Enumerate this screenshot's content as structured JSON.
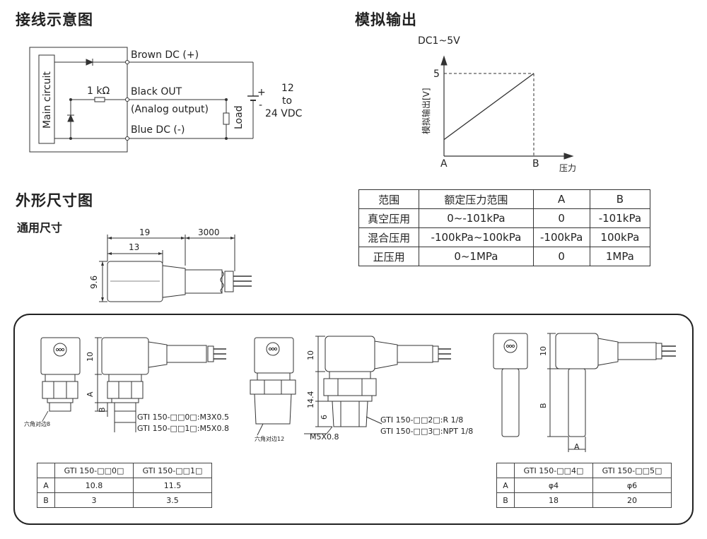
{
  "headings": {
    "wiring": "接线示意图",
    "analog": "模拟输出",
    "dimensions": "外形尺寸图",
    "general": "通用尺寸"
  },
  "wiring": {
    "main_circuit": "Main circuit",
    "resistor": "1 kΩ",
    "brown": "Brown DC (+)",
    "black": "Black OUT",
    "analog_out": "(Analog output)",
    "blue": "Blue DC (-)",
    "load": "Load",
    "plus": "+",
    "minus": "-",
    "supply_1": "12",
    "supply_2": "to",
    "supply_3": "24 VDC"
  },
  "analog_chart": {
    "title": "DC1~5V",
    "y_label": "模拟输出[V]",
    "y_tick": "5",
    "x_tick_a": "A",
    "x_tick_b": "B",
    "x_label": "压力"
  },
  "chart_data": {
    "type": "line",
    "title": "DC1~5V",
    "xlabel": "压力",
    "ylabel": "模拟输出[V]",
    "x": [
      "A",
      "B"
    ],
    "series": [
      {
        "values": [
          1,
          5
        ]
      }
    ],
    "yticks": [
      5
    ],
    "grid": false
  },
  "range_table": {
    "headers": [
      "范围",
      "额定压力范围",
      "A",
      "B"
    ],
    "rows": [
      [
        "真空压用",
        "0~-101kPa",
        "0",
        "-101kPa"
      ],
      [
        "混合压用",
        "-100kPa~100kPa",
        "-100kPa",
        "100kPa"
      ],
      [
        "正压用",
        "0~1MPa",
        "0",
        "1MPa"
      ]
    ]
  },
  "general_dims": {
    "d19": "19",
    "d3000": "3000",
    "d13": "13",
    "d96": "9.6"
  },
  "dims_left": {
    "d10": "10",
    "dA": "A",
    "dB": "B",
    "hex": "六角对边8",
    "model_0": "GTI 150-□□0□:M3X0.5",
    "model_1": "GTI 150-□□1□:M5X0.8"
  },
  "dims_mid": {
    "d10": "10",
    "d144": "14.4",
    "d6": "6",
    "hex": "六角对边12",
    "m5": "M5X0.8",
    "model_2": "GTI 150-□□2□:R 1/8",
    "model_3": "GTI 150-□□3□:NPT 1/8"
  },
  "dims_right": {
    "d10": "10",
    "dB": "B",
    "dA": "A"
  },
  "table_left": {
    "headers": [
      "",
      "GTI 150-□□0□",
      "GTI 150-□□1□"
    ],
    "rows": [
      [
        "A",
        "10.8",
        "11.5"
      ],
      [
        "B",
        "3",
        "3.5"
      ]
    ]
  },
  "table_right": {
    "headers": [
      "",
      "GTI 150-□□4□",
      "GTI 150-□□5□"
    ],
    "rows": [
      [
        "A",
        "φ4",
        "φ6"
      ],
      [
        "B",
        "18",
        "20"
      ]
    ]
  }
}
